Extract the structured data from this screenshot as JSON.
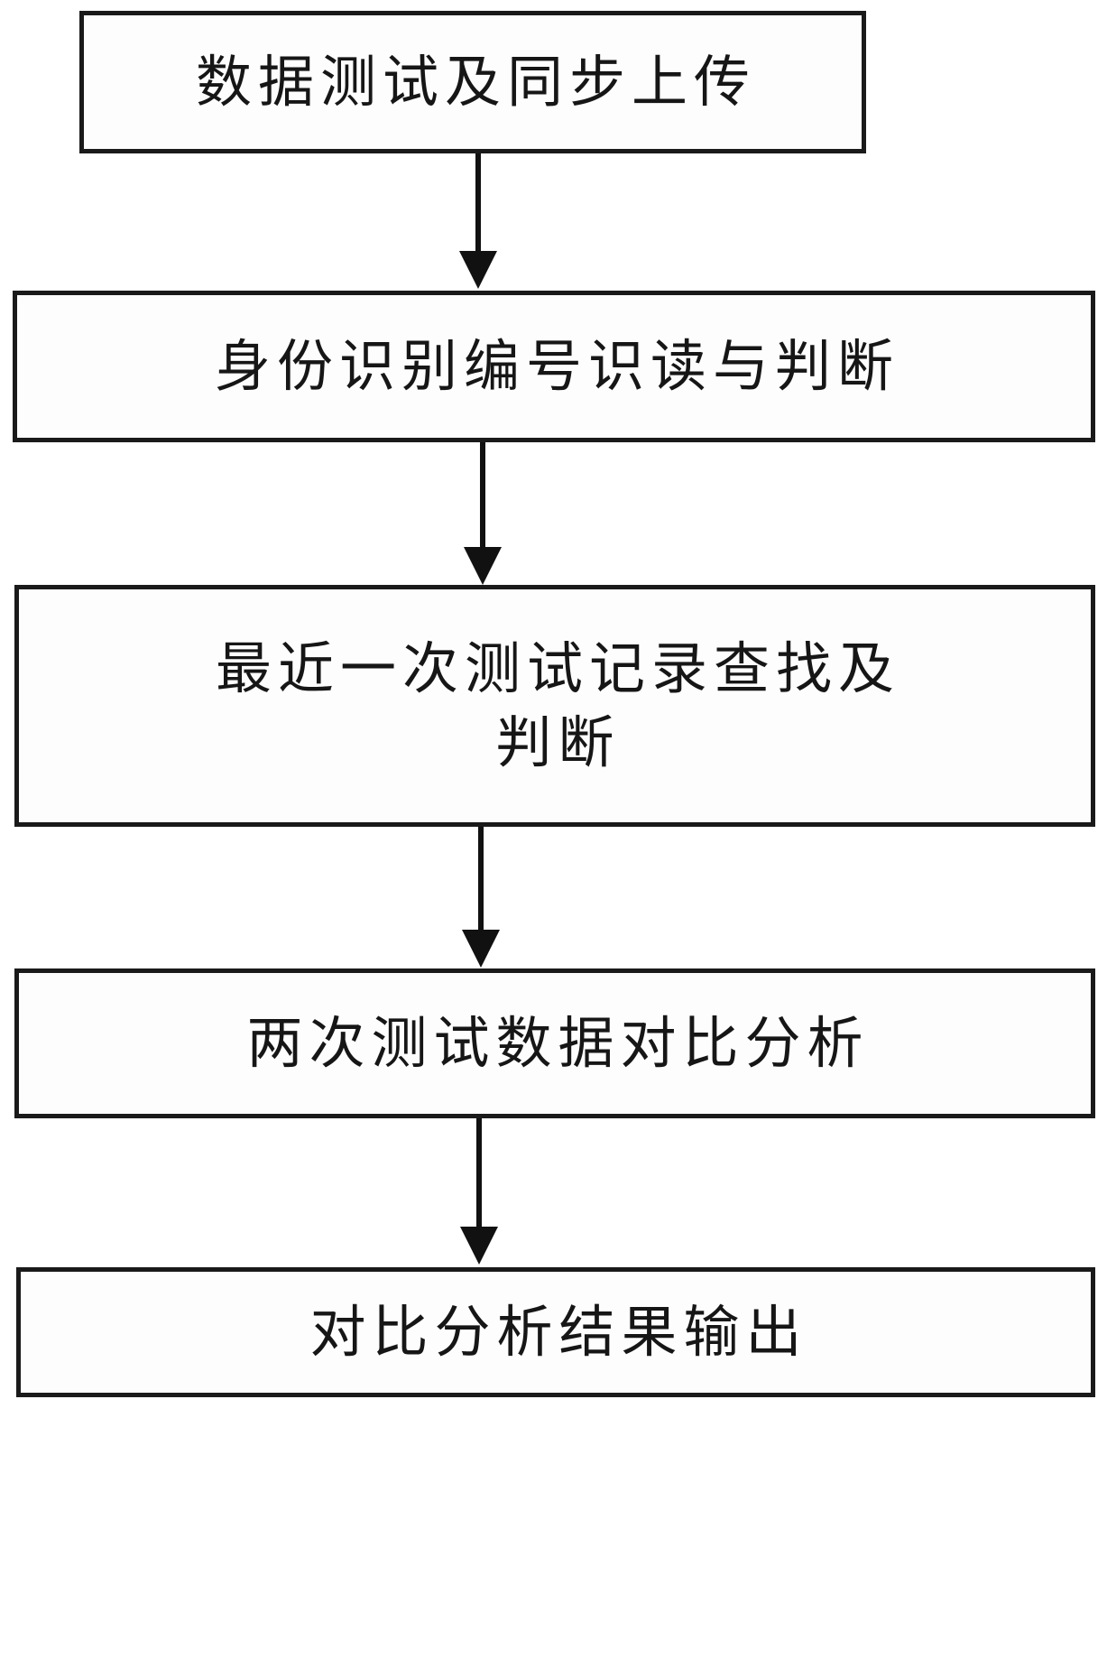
{
  "diagram": {
    "type": "flowchart",
    "orientation": "vertical",
    "title": "",
    "line_color": "#111111",
    "box_border_color": "#1a1a1a",
    "background_color": "#ffffff",
    "text_color": "#161616",
    "nodes": [
      {
        "id": "node-0",
        "shape": "rectangle",
        "lines": [
          "数据测试及同步上传"
        ],
        "text": "数据测试及同步上传"
      },
      {
        "id": "node-1",
        "shape": "rectangle",
        "lines": [
          "身份识别编号识读与判断"
        ],
        "text": "身份识别编号识读与判断"
      },
      {
        "id": "node-2",
        "shape": "rectangle",
        "lines": [
          "最近一次测试记录查找及",
          "判断"
        ],
        "text": "最近一次测试记录查找及判断"
      },
      {
        "id": "node-3",
        "shape": "rectangle",
        "lines": [
          "两次测试数据对比分析"
        ],
        "text": "两次测试数据对比分析"
      },
      {
        "id": "node-4",
        "shape": "rectangle",
        "lines": [
          "对比分析结果输出"
        ],
        "text": "对比分析结果输出"
      }
    ],
    "edges": [
      {
        "id": "edge-0",
        "from": "node-0",
        "to": "node-1",
        "style": "solid-arrow-down",
        "label": ""
      },
      {
        "id": "edge-1",
        "from": "node-1",
        "to": "node-2",
        "style": "solid-arrow-down",
        "label": ""
      },
      {
        "id": "edge-2",
        "from": "node-2",
        "to": "node-3",
        "style": "solid-arrow-down",
        "label": ""
      },
      {
        "id": "edge-3",
        "from": "node-3",
        "to": "node-4",
        "style": "solid-arrow-down",
        "label": ""
      }
    ]
  }
}
